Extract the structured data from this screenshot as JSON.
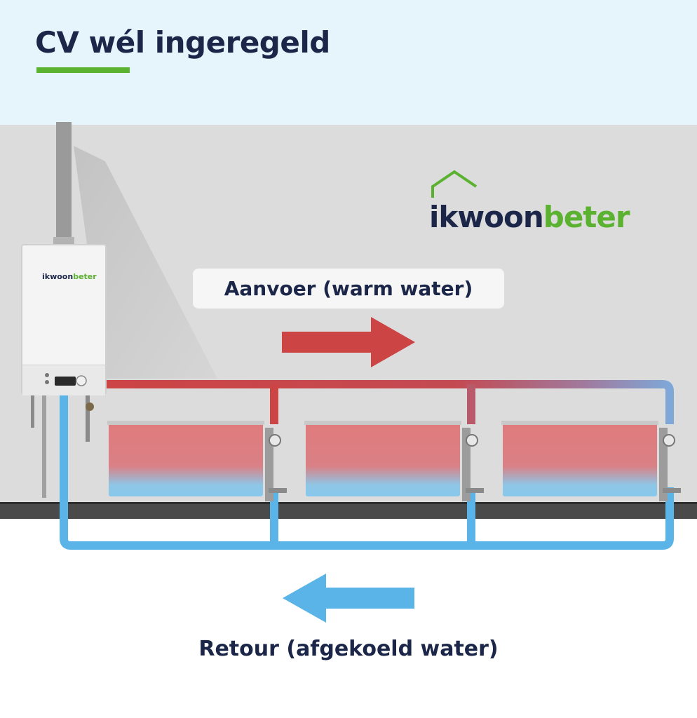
{
  "title": "CV wél ingeregeld",
  "brand": {
    "part1": "ikwoon",
    "part2": "beter"
  },
  "labels": {
    "supply": "Aanvoer (warm water)",
    "return": "Retour (afgekoeld water)"
  },
  "colors": {
    "title_text": "#1b2648",
    "accent_green": "#5bb130",
    "warm": "#cc4444",
    "cool": "#5ab4e8",
    "header_bg": "#e6f5fc",
    "wall": "#dcdcdc"
  },
  "icons": {
    "supply_arrow": "arrow-right-icon",
    "return_arrow": "arrow-left-icon",
    "logo_house": "house-roof-icon"
  }
}
